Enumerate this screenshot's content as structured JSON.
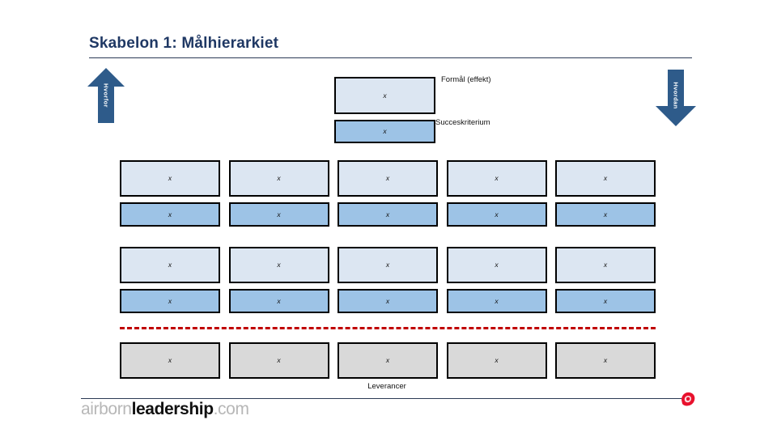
{
  "slide": {
    "title": "Skabelon 1: Målhierarkiet",
    "title_color": "#1F3864"
  },
  "arrows": {
    "left": {
      "label": "Hvorfor",
      "direction": "up",
      "color": "#2E5B8A"
    },
    "right": {
      "label": "Hvordan",
      "direction": "down",
      "color": "#2E5B8A"
    }
  },
  "top_section": {
    "purpose": {
      "label": "Formål (effekt)",
      "cell": "x",
      "fill": "#dce6f2"
    },
    "success": {
      "label": "Succeskriterium",
      "cell": "x",
      "fill": "#9dc3e6"
    }
  },
  "grid": {
    "rows": [
      {
        "name": "row-1",
        "type": "purpose",
        "cells": [
          "x",
          "x",
          "x",
          "x",
          "x"
        ]
      },
      {
        "name": "row-2",
        "type": "criteria",
        "cells": [
          "x",
          "x",
          "x",
          "x",
          "x"
        ]
      },
      {
        "name": "row-3",
        "type": "purpose",
        "cells": [
          "x",
          "x",
          "x",
          "x",
          "x"
        ]
      },
      {
        "name": "row-4",
        "type": "criteria",
        "cells": [
          "x",
          "x",
          "x",
          "x",
          "x"
        ]
      },
      {
        "name": "row-5",
        "type": "deliver",
        "cells": [
          "x",
          "x",
          "x",
          "x",
          "x"
        ]
      }
    ],
    "divider_color": "#C00000",
    "deliverables_label": "Leverancer"
  },
  "footer": {
    "logo_thin": "airborn",
    "logo_bold": "leadership",
    "logo_suffix": ".com",
    "mark_color": "#E8112D"
  }
}
